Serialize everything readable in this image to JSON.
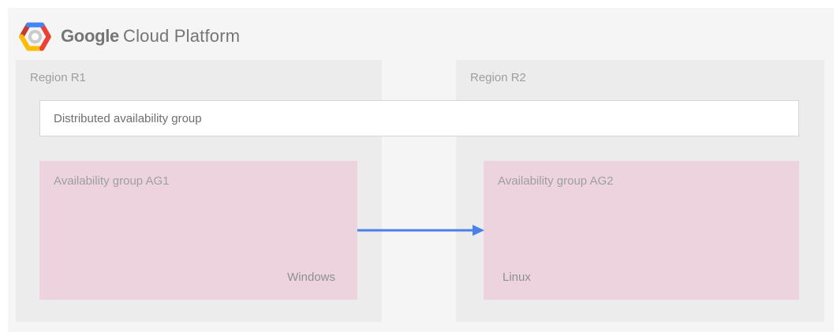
{
  "colors": {
    "canvas-bg": "#f5f5f6",
    "region-bg": "#ececec",
    "pink-bg": "#ecd3dd",
    "arrow-blue": "#4a80e8",
    "logo-blue": "#4285f4",
    "logo-red": "#ea4335",
    "logo-darkred": "#c53d2e",
    "logo-yellow": "#fbbc05",
    "logo-gray": "#cbcbcb",
    "dag-border": "#d5d5d5"
  },
  "header": {
    "logo_google": "Google",
    "logo_rest": "Cloud Platform"
  },
  "diagram": {
    "regions": [
      {
        "label": "Region R1"
      },
      {
        "label": "Region R2"
      }
    ],
    "distributed_group": {
      "label": "Distributed availability group"
    },
    "availability_groups": [
      {
        "label": "Availability group AG1",
        "os": "Windows"
      },
      {
        "label": "Availability group AG2",
        "os": "Linux"
      }
    ],
    "arrow": {
      "from": "Availability group AG1",
      "to": "Availability group AG2",
      "direction": "right"
    }
  }
}
